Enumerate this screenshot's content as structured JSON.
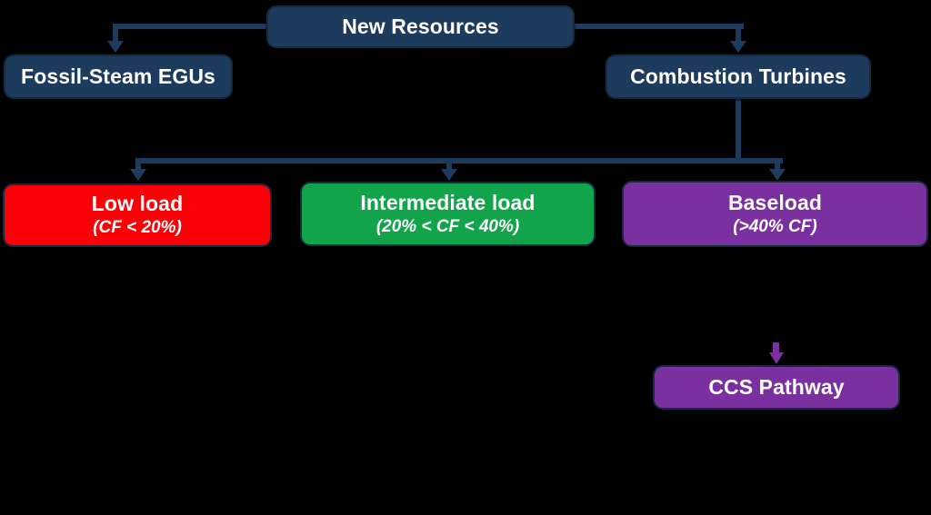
{
  "diagram": {
    "type": "flowchart",
    "title": "New Resources EGU classification flowchart",
    "background_color": "#000000",
    "colors": {
      "navy": "#1d3b5c",
      "red": "#fb0007",
      "green": "#11a44b",
      "purple": "#7b309f",
      "border": "#16293e",
      "text": "#ffffff"
    },
    "nodes": {
      "new_resources": {
        "title": "New Resources",
        "sub": "",
        "color": "navy"
      },
      "fossil_steam": {
        "title": "Fossil-Steam EGUs",
        "sub": "",
        "color": "navy"
      },
      "combustion_turbines": {
        "title": "Combustion Turbines",
        "sub": "",
        "color": "navy"
      },
      "low_load": {
        "title": "Low load",
        "sub": "(CF < 20%)",
        "color": "red"
      },
      "intermediate_load": {
        "title": "Intermediate load",
        "sub": "(20% < CF < 40%)",
        "color": "green"
      },
      "baseload": {
        "title": "Baseload",
        "sub": "(>40% CF)",
        "color": "purple"
      },
      "ccs_pathway": {
        "title": "CCS Pathway",
        "sub": "",
        "color": "purple"
      }
    },
    "edges": [
      {
        "from": "new_resources",
        "to": "fossil_steam",
        "style": "elbow-left-down-arrow"
      },
      {
        "from": "new_resources",
        "to": "combustion_turbines",
        "style": "elbow-right-down-arrow"
      },
      {
        "from": "combustion_turbines",
        "to": "low_load",
        "style": "bus-down-arrow"
      },
      {
        "from": "combustion_turbines",
        "to": "intermediate_load",
        "style": "bus-down-arrow"
      },
      {
        "from": "combustion_turbines",
        "to": "baseload",
        "style": "bus-down-arrow"
      },
      {
        "from": "baseload",
        "to": "ccs_pathway",
        "style": "purple-down-arrow"
      }
    ]
  }
}
